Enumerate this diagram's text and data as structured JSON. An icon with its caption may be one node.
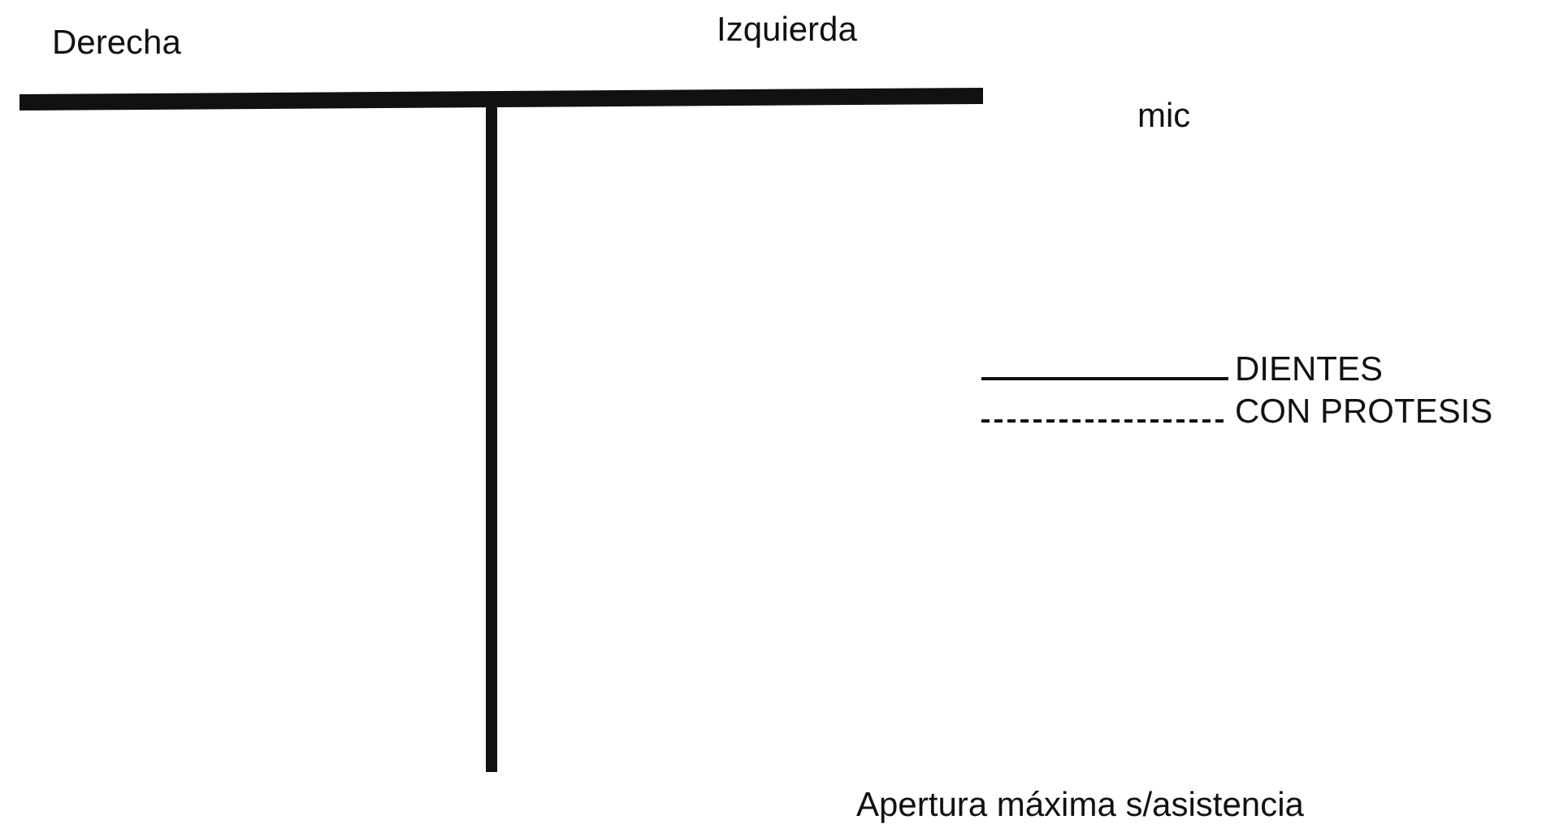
{
  "diagram": {
    "labels": [
      "Derecha",
      "Izquierda",
      "mic",
      "Apertura máxima s/asistencia"
    ],
    "legend": [
      {
        "text": "DIENTES"
      },
      {
        "text": "CON PROTESIS"
      }
    ]
  }
}
